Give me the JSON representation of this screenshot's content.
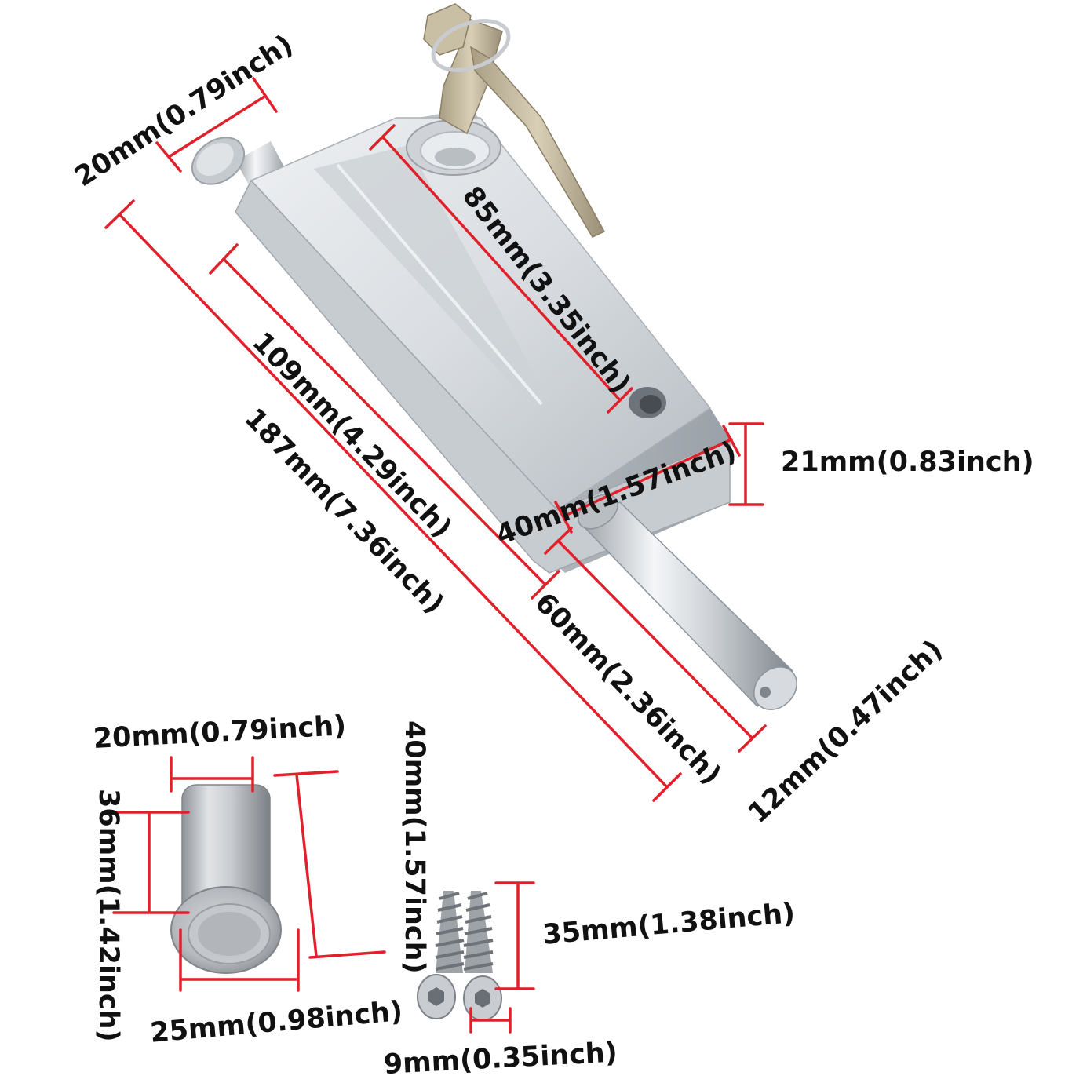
{
  "dimensions": {
    "lock_head_diameter": "20mm(0.79inch)",
    "key_to_hole": "85mm(3.35inch)",
    "body_length": "109mm(4.29inch)",
    "total_length": "187mm(7.36inch)",
    "body_width": "40mm(1.57inch)",
    "body_height": "21mm(0.83inch)",
    "bolt_length": "60mm(2.36inch)",
    "bolt_diameter": "12mm(0.47inch)",
    "keeper_inner_diameter": "20mm(0.79inch)",
    "keeper_length": "36mm(1.42inch)",
    "keeper_total_length": "40mm(1.57inch)",
    "keeper_flange_diameter": "25mm(0.98inch)",
    "screw_length": "35mm(1.38inch)",
    "screw_head_diameter": "9mm(0.35inch)"
  },
  "colors": {
    "dimension_line": "#e0202a",
    "metal_light": "#e6e9ec",
    "metal_mid": "#c3c8cd",
    "metal_dark": "#8d949b",
    "key_brass": "#bfb49a"
  }
}
